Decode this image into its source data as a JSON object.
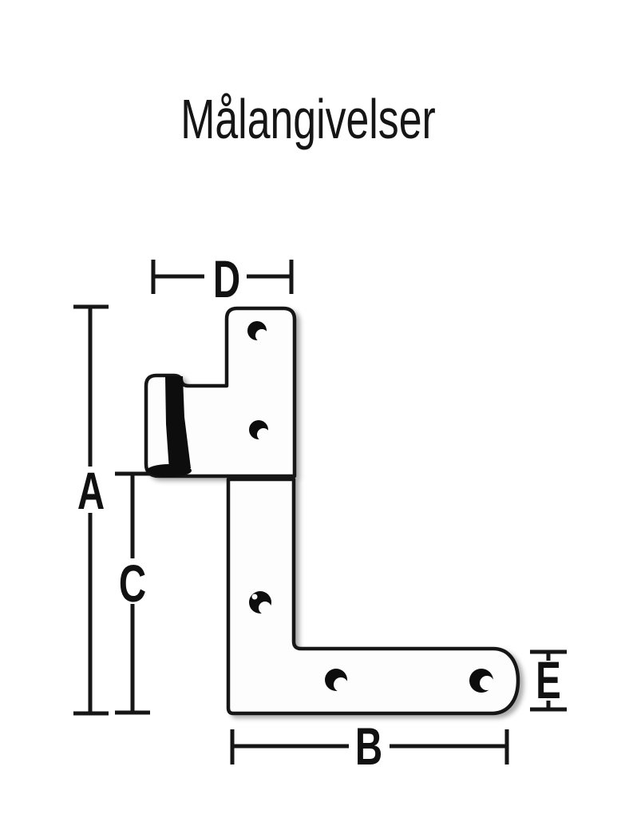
{
  "page": {
    "background": "#ffffff",
    "ink": "#151515"
  },
  "title": "Målangivelser",
  "diagram": {
    "type": "technical-dimension-drawing",
    "subject": "angle hinge with barrel knuckle, L-shaped leaf and five screw holes",
    "dimension_labels": {
      "a": "A",
      "b": "B",
      "c": "C",
      "d": "D",
      "e": "E"
    }
  }
}
